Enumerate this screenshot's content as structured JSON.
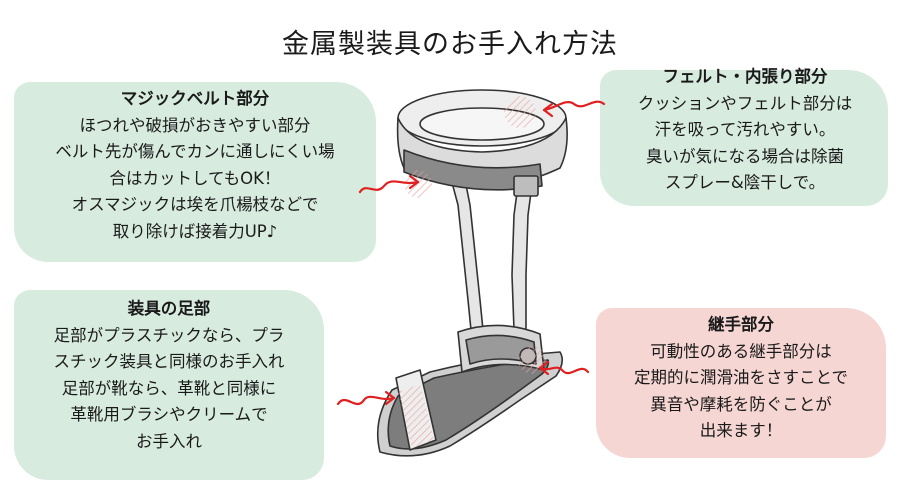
{
  "title": "金属製装具のお手入れ方法",
  "colors": {
    "green_highlight": "#d7ebdf",
    "pink_highlight": "#f6d6d3",
    "arrow": "#e02020"
  },
  "notes": {
    "velcro": {
      "heading": "マジックベルト部分",
      "lines": [
        "ほつれや破損がおきやすい部分",
        "ベルト先が傷んでカンに通しにくい場",
        "合はカットしてもOK！",
        "オスマジックは埃を爪楊枝などで",
        "取り除けば接着力UP♪"
      ]
    },
    "felt": {
      "heading": "フェルト・内張り部分",
      "lines": [
        "クッションやフェルト部分は",
        "汗を吸って汚れやすい。",
        "臭いが気になる場合は除菌",
        "スプレー&陰干しで。"
      ]
    },
    "foot": {
      "heading": "装具の足部",
      "lines": [
        "足部がプラスチックなら、プラ",
        "スチック装具と同様のお手入れ",
        "足部が靴なら、革靴と同様に",
        "革靴用ブラシやクリームで",
        "お手入れ"
      ]
    },
    "joint": {
      "heading": "継手部分",
      "lines": [
        "可動性のある継手部分は",
        "定期的に潤滑油をさすことで",
        "異音や摩耗を防ぐことが",
        "出来ます！"
      ]
    }
  }
}
